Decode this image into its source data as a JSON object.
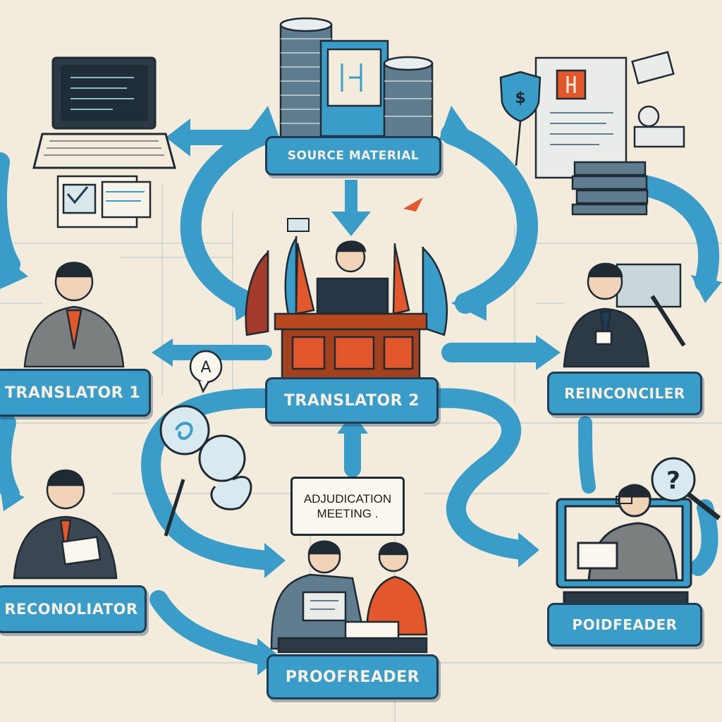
{
  "diagram": {
    "nodes": {
      "source_material": "SOURCE MATERIAL",
      "translator_1": "TRANSLATOR 1",
      "translator_2": "TRANSLATOR 2",
      "reinconciler": "REINCONCILER",
      "reconoliator": "RECONOLIATOR",
      "proofreader": "PROOFREADER",
      "poidfeader": "POIDFEADER"
    },
    "adjudication_note": {
      "line1": "ADJUDICATION",
      "line2": "MEETING ."
    },
    "badge_letter": "A",
    "magnifier_symbol": "?",
    "dollar_symbol": "$"
  },
  "colors": {
    "background": "#f3ecdd",
    "arrow_blue": "#3a9cc8",
    "label_blue": "#3a9cc8",
    "ink": "#1f3d55",
    "accent_orange": "#e2572b",
    "podium_brown": "#a3411f"
  }
}
